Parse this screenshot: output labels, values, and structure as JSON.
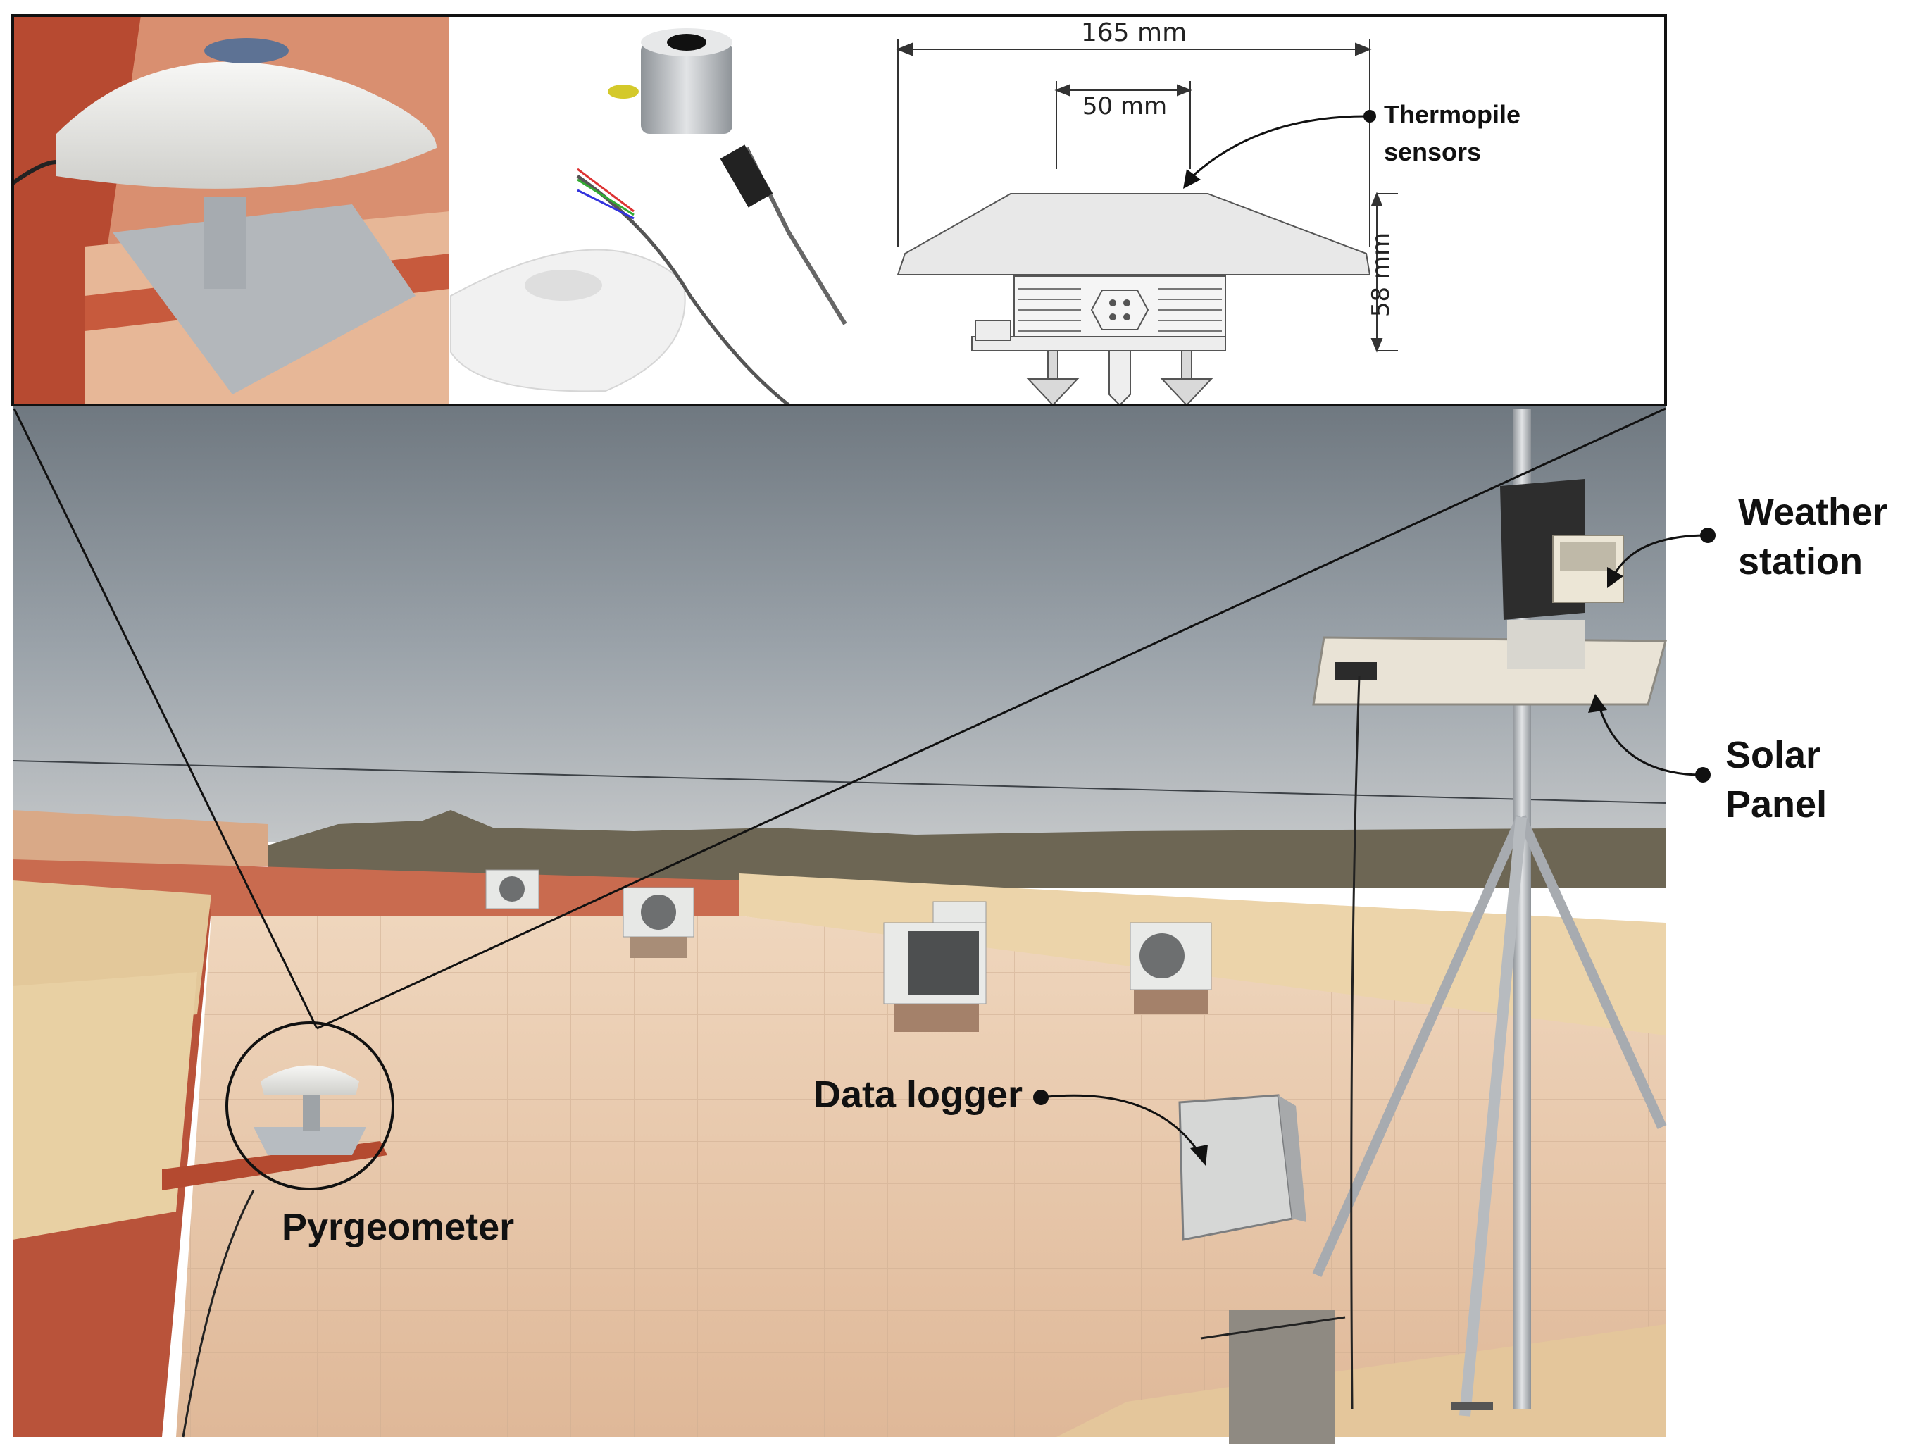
{
  "labels": {
    "pyrgeometer": "Pyrgeometer",
    "data_logger": "Data logger",
    "weather_station_line1": "Weather",
    "weather_station_line2": "station",
    "solar_panel_line1": "Solar",
    "solar_panel_line2": "Panel",
    "thermopile_line1": "Thermopile",
    "thermopile_line2": "sensors"
  },
  "dimensions": {
    "width_total": "165 mm",
    "width_inner": "50 mm",
    "height": "58 mm"
  },
  "colors": {
    "sky": "#8d959d",
    "sky_light": "#b9bec3",
    "floor": "#e8c9ad",
    "wall": "#c2553a",
    "parapet": "#e6cfa3",
    "sensor_white": "#eeeeee",
    "metal": "#b8bcc0",
    "line": "#111111"
  }
}
